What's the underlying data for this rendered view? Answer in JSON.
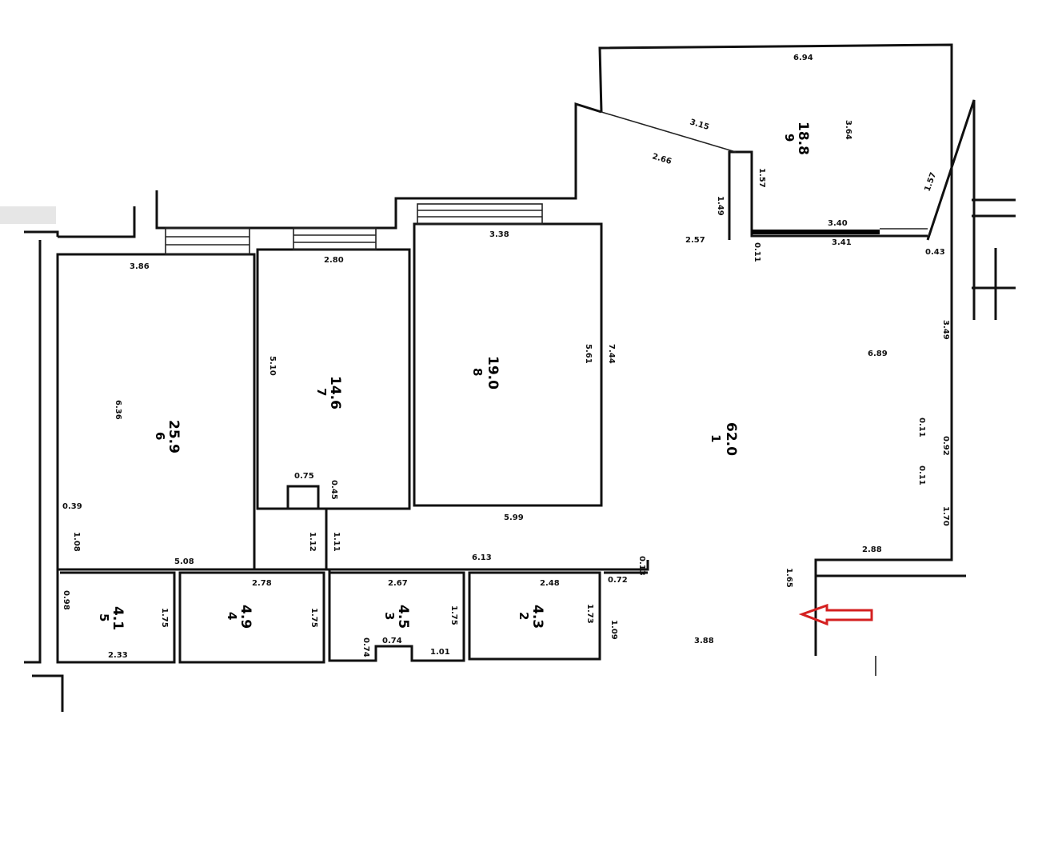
{
  "rooms": [
    {
      "number": "1",
      "area": "62.0"
    },
    {
      "number": "2",
      "area": "4.3"
    },
    {
      "number": "3",
      "area": "4.5"
    },
    {
      "number": "4",
      "area": "4.9"
    },
    {
      "number": "5",
      "area": "4.1"
    },
    {
      "number": "6",
      "area": "25.9"
    },
    {
      "number": "7",
      "area": "14.6"
    },
    {
      "number": "8",
      "area": "19.0"
    },
    {
      "number": "9",
      "area": "18.8"
    }
  ],
  "dimensions": {
    "r6_top": "3.86",
    "r6_side": "6.36",
    "r6_a": "0.39",
    "r6_b": "1.08",
    "r7_top": "2.80",
    "r7_side": "5.10",
    "r7_niche": "0.75",
    "r7_niche2": "0.45",
    "r8_top": "3.38",
    "r8_side": "5.61",
    "r8_bottom": "5.99",
    "r1_left": "7.44",
    "r1_right": "6.89",
    "r1_a": "3.49",
    "r1_b": "0.11",
    "r1_c": "0.92",
    "r1_d": "0.11",
    "r1_e": "1.70",
    "r1_f": "2.88",
    "r1_g": "1.65",
    "r1_h": "3.88",
    "r1_i": "0.43",
    "r1_j": "2.57",
    "r9_top": "6.94",
    "r9_side": "3.64",
    "r9_stair_a": "3.15",
    "r9_stair_b": "2.66",
    "r9_c": "1.57",
    "r9_d": "1.49",
    "r9_e": "1.57",
    "r9_f": "0.11",
    "r9_g": "3.40",
    "r9_h": "3.41",
    "corr_a": "5.08",
    "corr_b": "6.13",
    "corr_c": "0.13",
    "corr_d": "1.12",
    "corr_e": "1.11",
    "r5_a": "0.98",
    "r5_side": "1.75",
    "r5_bottom": "2.33",
    "r4_top": "2.78",
    "r4_side": "1.75",
    "r3_top": "2.67",
    "r3_side": "1.75",
    "r3_a": "0.74",
    "r3_b": "0.74",
    "r3_c": "1.01",
    "r2_top": "2.48",
    "r2_side": "1.73",
    "r2_a": "0.72",
    "r2_b": "1.09"
  },
  "colors": {
    "entrance_arrow": "#d42020"
  }
}
